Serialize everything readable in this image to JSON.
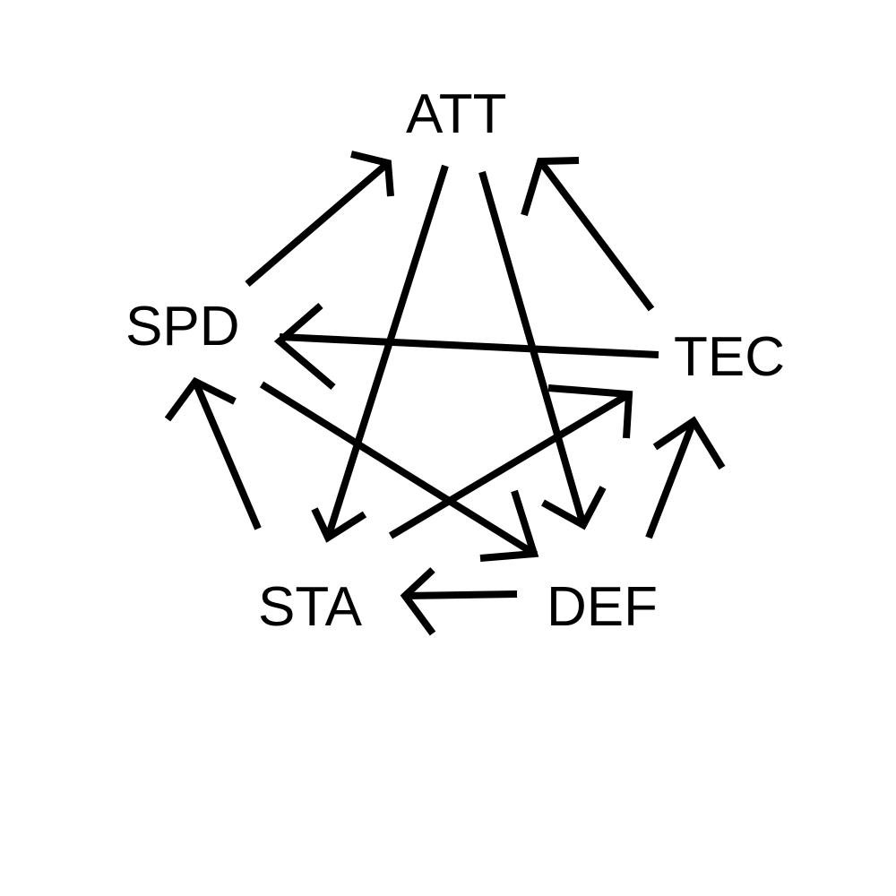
{
  "diagram": {
    "nodes": {
      "att": "ATT",
      "spd": "SPD",
      "tec": "TEC",
      "sta": "STA",
      "def": "DEF"
    },
    "edges": [
      {
        "from": "SPD",
        "to": "ATT"
      },
      {
        "from": "ATT",
        "to": "STA"
      },
      {
        "from": "ATT",
        "to": "DEF"
      },
      {
        "from": "TEC",
        "to": "ATT"
      },
      {
        "from": "TEC",
        "to": "SPD"
      },
      {
        "from": "SPD",
        "to": "DEF"
      },
      {
        "from": "STA",
        "to": "TEC"
      },
      {
        "from": "STA",
        "to": "SPD"
      },
      {
        "from": "DEF",
        "to": "TEC"
      },
      {
        "from": "DEF",
        "to": "STA"
      }
    ],
    "colors": {
      "stroke": "#000000",
      "background": "#ffffff"
    }
  }
}
